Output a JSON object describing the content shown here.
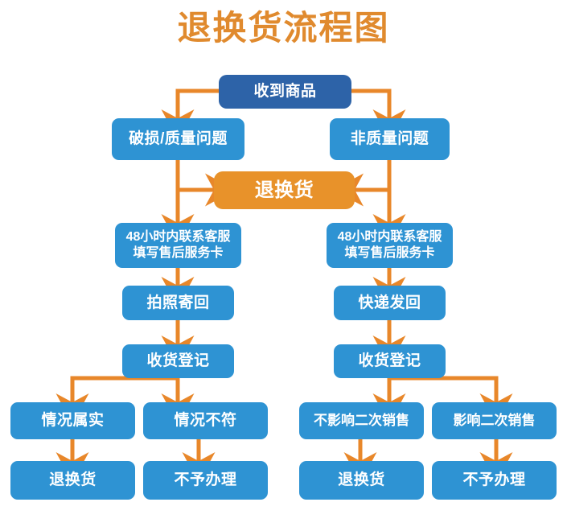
{
  "title": "退换货流程图",
  "theme": {
    "title_color": "#e08a2e",
    "node_blue": "#2e93d3",
    "node_dark_blue": "#2d63a8",
    "node_orange": "#e8922a",
    "connector_orange": "#e8872a",
    "background": "#ffffff",
    "node_text": "#ffffff"
  },
  "nodes": {
    "received": "收到商品",
    "damaged_quality": "破损/质量问题",
    "non_quality": "非质量问题",
    "return_exchange": "退换货",
    "contact_service_left_line1": "48小时内联系客服",
    "contact_service_left_line2": "填写售后服务卡",
    "contact_service_right_line1": "48小时内联系客服",
    "contact_service_right_line2": "填写售后服务卡",
    "photo_send_back": "拍照寄回",
    "express_send_back": "快递发回",
    "receipt_register_left": "收货登记",
    "receipt_register_right": "收货登记",
    "situation_true": "情况属实",
    "situation_false": "情况不符",
    "no_impact_resale": "不影响二次销售",
    "impact_resale": "影响二次销售",
    "outcome_return_left": "退换货",
    "outcome_refuse_left": "不予办理",
    "outcome_return_right": "退换货",
    "outcome_refuse_right": "不予办理"
  }
}
